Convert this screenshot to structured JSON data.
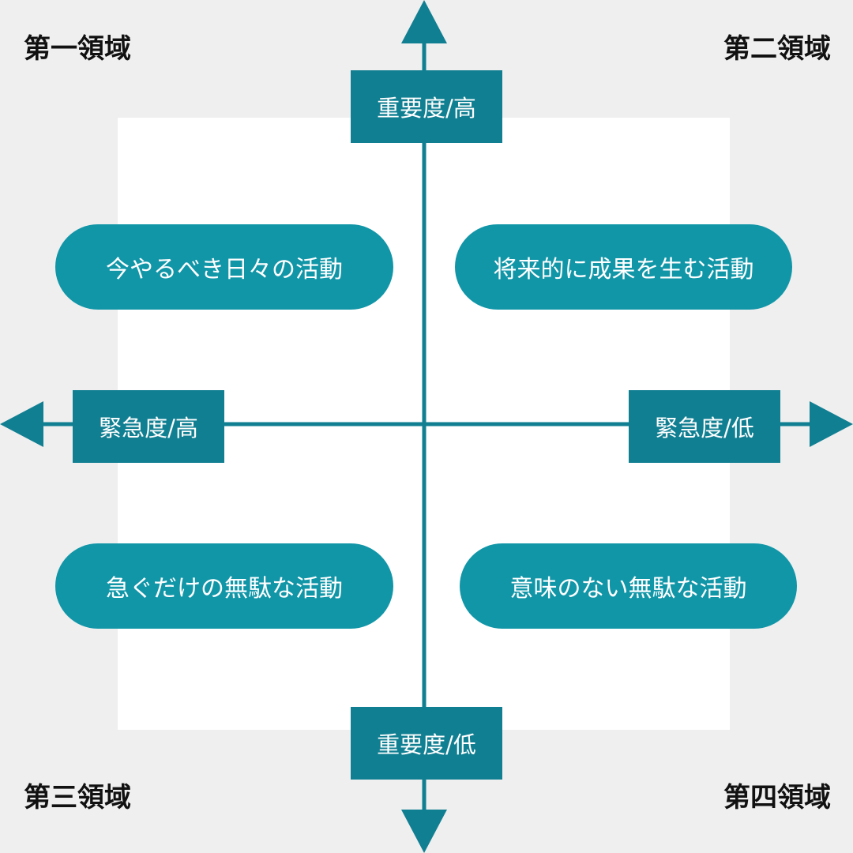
{
  "quadrants": {
    "q1": "第一領域",
    "q2": "第二領域",
    "q3": "第三領域",
    "q4": "第四領域"
  },
  "axes": {
    "importance_high": "重要度/高",
    "importance_low": "重要度/低",
    "urgency_high": "緊急度/高",
    "urgency_low": "緊急度/低"
  },
  "activities": {
    "q1": "今やるべき日々の活動",
    "q2": "将来的に成果を生む活動",
    "q3": "急ぐだけの無駄な活動",
    "q4": "意味のない無駄な活動"
  },
  "colors": {
    "background": "#efefef",
    "panel": "#ffffff",
    "axis": "#117f92",
    "pill": "#1196a8",
    "text_dark": "#111111",
    "text_light": "#ffffff"
  }
}
